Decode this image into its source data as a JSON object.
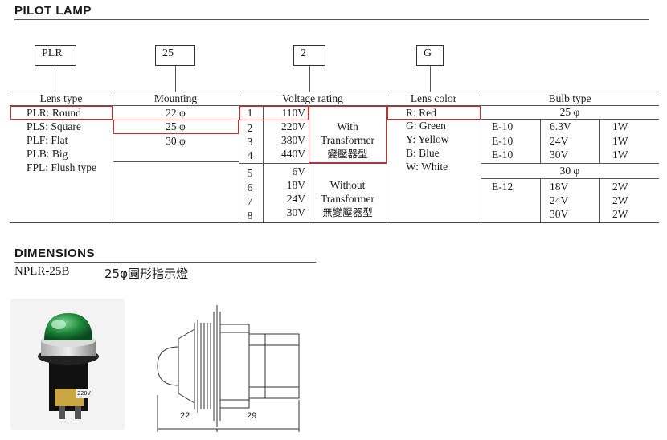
{
  "header": {
    "title": "PILOT LAMP"
  },
  "code_boxes": [
    "PLR",
    "25",
    "2",
    "G"
  ],
  "table": {
    "headers": {
      "lens_type": "Lens type",
      "mounting": "Mounting",
      "voltage": "Voltage rating",
      "lens_color": "Lens color",
      "bulb": "Bulb type"
    },
    "lens_types": [
      "PLR:  Round",
      "PLS:  Square",
      "PLF:  Flat",
      "PLB:  Big",
      "FPL:  Flush type"
    ],
    "mountings": [
      "22 φ",
      "25 φ",
      "30 φ"
    ],
    "voltage_rows": [
      {
        "num": "1",
        "v": "110V"
      },
      {
        "num": "2",
        "v": "220V"
      },
      {
        "num": "3",
        "v": "380V"
      },
      {
        "num": "4",
        "v": "440V"
      },
      {
        "num": "5",
        "v": "6V"
      },
      {
        "num": "6",
        "v": "18V"
      },
      {
        "num": "7",
        "v": "24V"
      },
      {
        "num": "8",
        "v": "30V"
      }
    ],
    "with_transformer": [
      "With",
      "Transformer",
      "變壓器型"
    ],
    "without_transformer": [
      "Without",
      "Transformer",
      "無變壓器型"
    ],
    "lens_colors": [
      "R:  Red",
      "G:  Green",
      "Y:  Yellow",
      "B:  Blue",
      "W:  White"
    ],
    "bulb_groups": [
      {
        "size": "25 φ",
        "rows": [
          {
            "base": "E-10",
            "volt": "6.3V",
            "watt": "1W"
          },
          {
            "base": "E-10",
            "volt": "24V",
            "watt": "1W"
          },
          {
            "base": "E-10",
            "volt": "30V",
            "watt": "1W"
          }
        ]
      },
      {
        "size": "30 φ",
        "rows": [
          {
            "base": "E-12",
            "volt": "18V",
            "watt": "2W"
          },
          {
            "base": "",
            "volt": "24V",
            "watt": "2W"
          },
          {
            "base": "",
            "volt": "30V",
            "watt": "2W"
          }
        ]
      }
    ]
  },
  "dimensions": {
    "title": "DIMENSIONS",
    "model": "NPLR-25B",
    "description": "25φ圓形指示燈",
    "dim_left": "22",
    "dim_right": "29",
    "photo_label": "220V"
  },
  "colors": {
    "highlight": "#d9262b",
    "lens_green": "#1f8a3a"
  }
}
